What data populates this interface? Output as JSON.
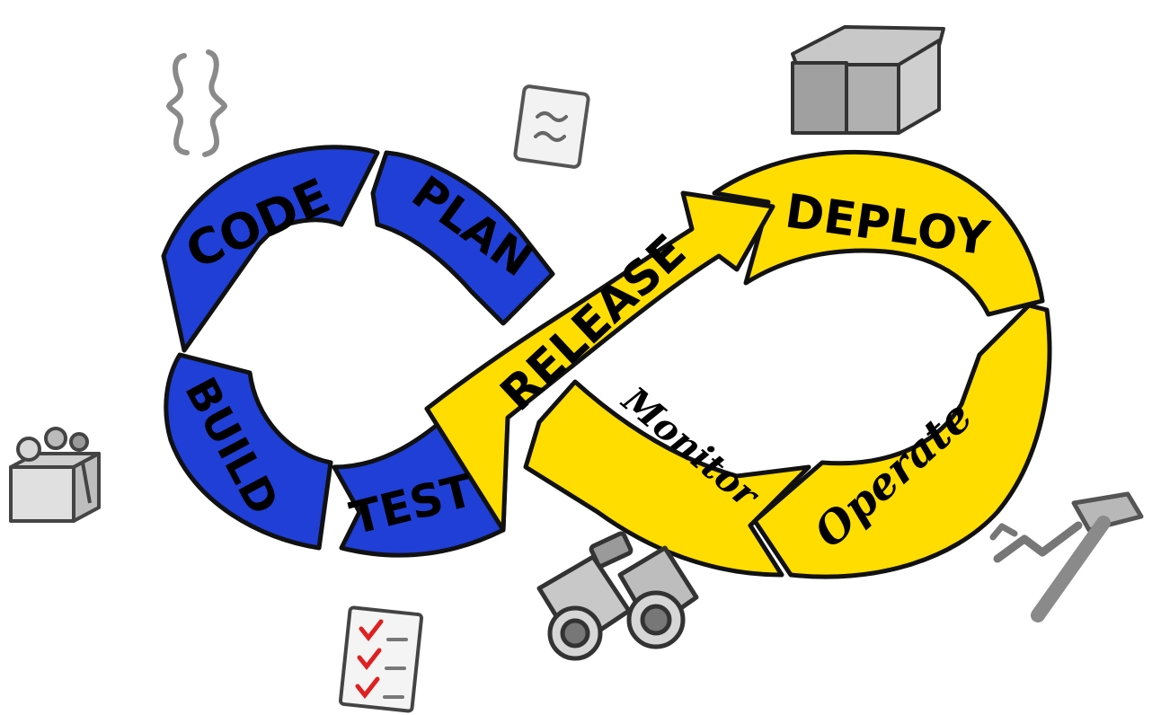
{
  "colors": {
    "blue_loop": "#1f3fd6",
    "yellow_loop": "#ffdd00",
    "outline": "#111111",
    "sketch_grey": "#8a8a8a",
    "check_red": "#e02020"
  },
  "stages": {
    "plan": "PLAN",
    "code": "CODE",
    "build": "BUILD",
    "test": "TEST",
    "release": "RELEASE",
    "deploy": "DEPLOY",
    "operate": "Operate",
    "monitor": "Monitor"
  },
  "icons": [
    "curly-braces-icon",
    "document-icon",
    "server-blocks-icon",
    "build-kit-icon",
    "checklist-icon",
    "binoculars-icon",
    "tools-icon"
  ]
}
